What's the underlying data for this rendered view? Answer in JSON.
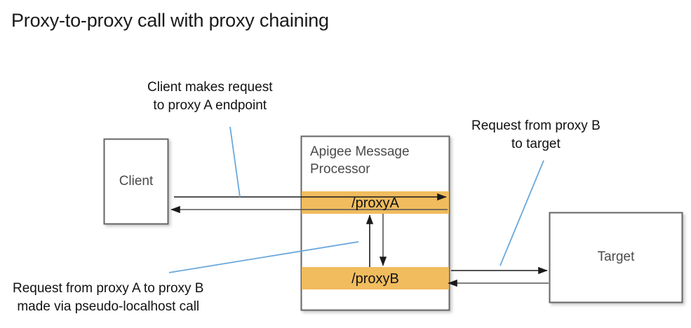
{
  "figure": {
    "title": "Proxy-to-proxy call with proxy chaining",
    "type": "flow-diagram"
  },
  "nodes": {
    "client": {
      "label": "Client"
    },
    "message_processor": {
      "label_line1": "Apigee Message",
      "label_line2": "Processor",
      "bands": [
        {
          "label": "/proxyA",
          "color": "#F0BC5E"
        },
        {
          "label": "/proxyB",
          "color": "#F0BC5E"
        }
      ]
    },
    "target": {
      "label": "Target"
    }
  },
  "annotations": {
    "client_request": {
      "line1": "Client makes request",
      "line2": "to proxy A endpoint"
    },
    "target_request": {
      "line1": "Request from proxy B",
      "line2": "to target"
    },
    "chaining": {
      "line1": "Request from proxy A to proxy B",
      "line2": "made via pseudo-localhost call"
    }
  },
  "colors": {
    "band": "#F0BC5E",
    "box_border": "#666666",
    "leader_line": "#6AA9DC",
    "arrow": "#1a1a1a",
    "text_dark": "#111111",
    "text_gray": "#4a4a4a",
    "background": "#ffffff"
  }
}
